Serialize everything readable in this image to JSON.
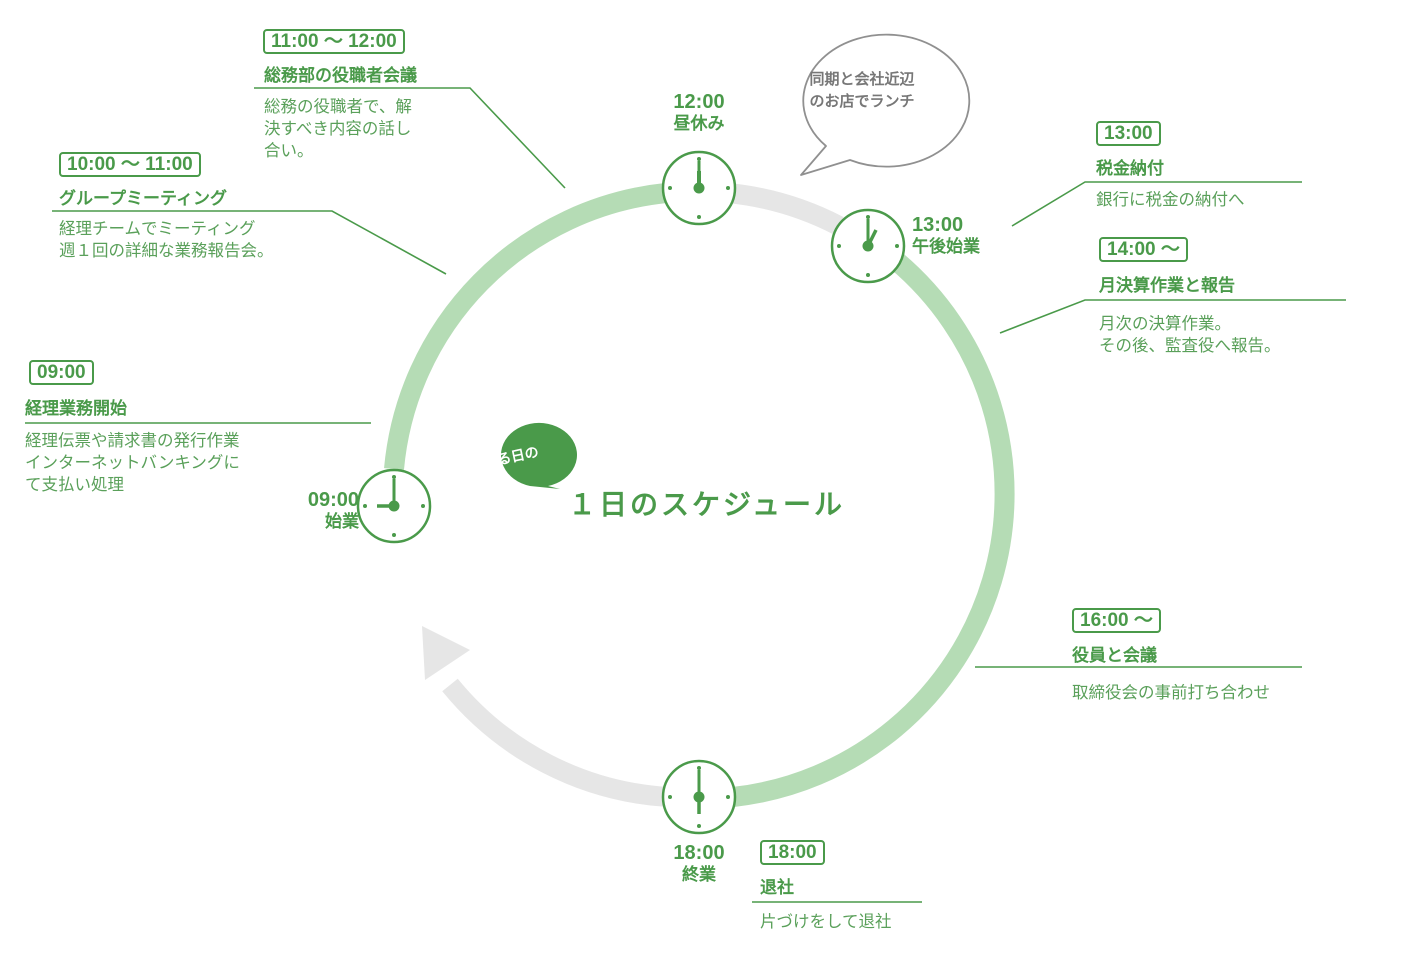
{
  "title": {
    "tag": "ある日の",
    "main": "１日のスケジュール"
  },
  "bubble": {
    "line1": "同期と会社近辺",
    "line2": "のお店でランチ"
  },
  "clocks": [
    {
      "time": "09:00",
      "name": "始業"
    },
    {
      "time": "12:00",
      "name": "昼休み"
    },
    {
      "time": "13:00",
      "name": "午後始業"
    },
    {
      "time": "18:00",
      "name": "終業"
    }
  ],
  "events": [
    {
      "time": "11:00 〜 12:00",
      "title": "総務部の役職者会議",
      "desc": "総務の役職者で、解\n決すべき内容の話し\n合い。"
    },
    {
      "time": "10:00 〜 11:00",
      "title": "グループミーティング",
      "desc": "経理チームでミーティング\n週１回の詳細な業務報告会。"
    },
    {
      "time": "09:00",
      "title": "経理業務開始",
      "desc": "経理伝票や請求書の発行作業\nインターネットバンキングに\nて支払い処理"
    },
    {
      "time": "13:00",
      "title": "税金納付",
      "desc": "銀行に税金の納付へ"
    },
    {
      "time": "14:00 〜",
      "title": "月決算作業と報告",
      "desc": "月次の決算作業。\nその後、監査役へ報告。"
    },
    {
      "time": "16:00 〜",
      "title": "役員と会議",
      "desc": "取締役会の事前打ち合わせ"
    },
    {
      "time": "18:00",
      "title": "退社",
      "desc": "片づけをして退社"
    }
  ],
  "colors": {
    "green": "#4a9a4a",
    "light_green": "#b5dcb5",
    "grey": "#e6e6e6",
    "bubble_text": "#777777"
  }
}
